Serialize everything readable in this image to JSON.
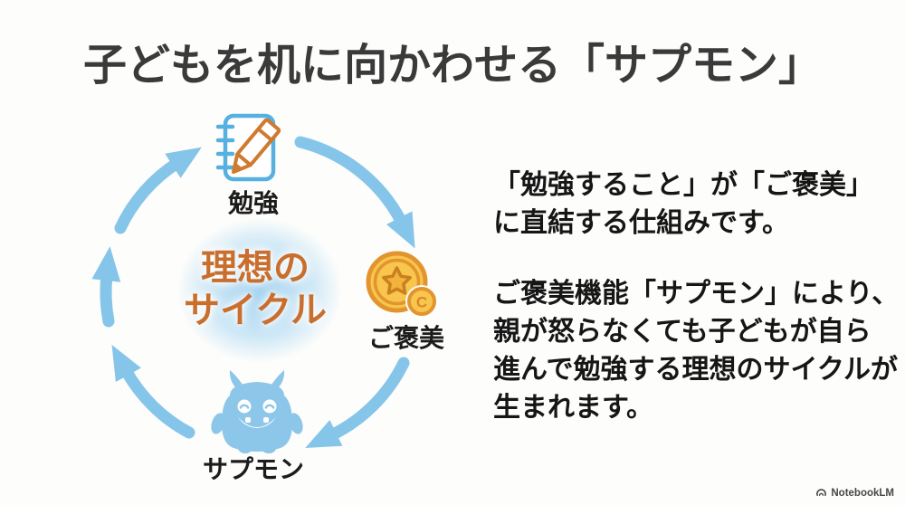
{
  "slide": {
    "title": "子どもを机に向かわせる「サプモン」",
    "background": "#fdfdfb"
  },
  "cycle": {
    "center_label": {
      "line1": "理想の",
      "line2": "サイクル"
    },
    "nodes": [
      {
        "id": "study",
        "label": "勉強",
        "icon": "notebook-pencil-icon"
      },
      {
        "id": "reward",
        "label": "ご褒美",
        "icon": "coin-icon"
      },
      {
        "id": "sapumon",
        "label": "サプモン",
        "icon": "monster-icon"
      }
    ],
    "coin_letter": "C",
    "arrow_color": "#85c5e9"
  },
  "description": {
    "paragraph1": {
      "line1": "「勉強すること」が「ご褒美」",
      "line2": "に直結する仕組みです。"
    },
    "paragraph2": {
      "line1": "ご褒美機能「サプモン」により、",
      "line2": "親が怒らなくても子どもが自ら",
      "line3": "進んで勉強する理想のサイクルが",
      "line4": "生まれます。"
    }
  },
  "watermark": {
    "label": "NotebookLM"
  },
  "colors": {
    "accent_blue": "#85c5e9",
    "notebook_blue": "#56b0e0",
    "pencil_orange": "#cf7a2e",
    "coin_gold": "#f8c54d",
    "coin_outline": "#e2952f",
    "center_orange": "#c96e2d",
    "title_gray": "#3a3a3a",
    "text_dark": "#161616"
  }
}
